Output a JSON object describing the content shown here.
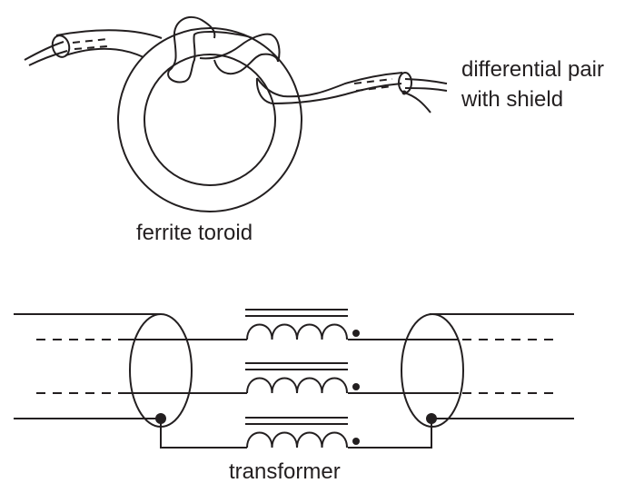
{
  "labels": {
    "cable": [
      "differential pair",
      "with shield"
    ],
    "toroid": "ferrite toroid",
    "transformer": "transformer"
  },
  "colors": {
    "ink": "#231f20",
    "background": "#ffffff"
  }
}
